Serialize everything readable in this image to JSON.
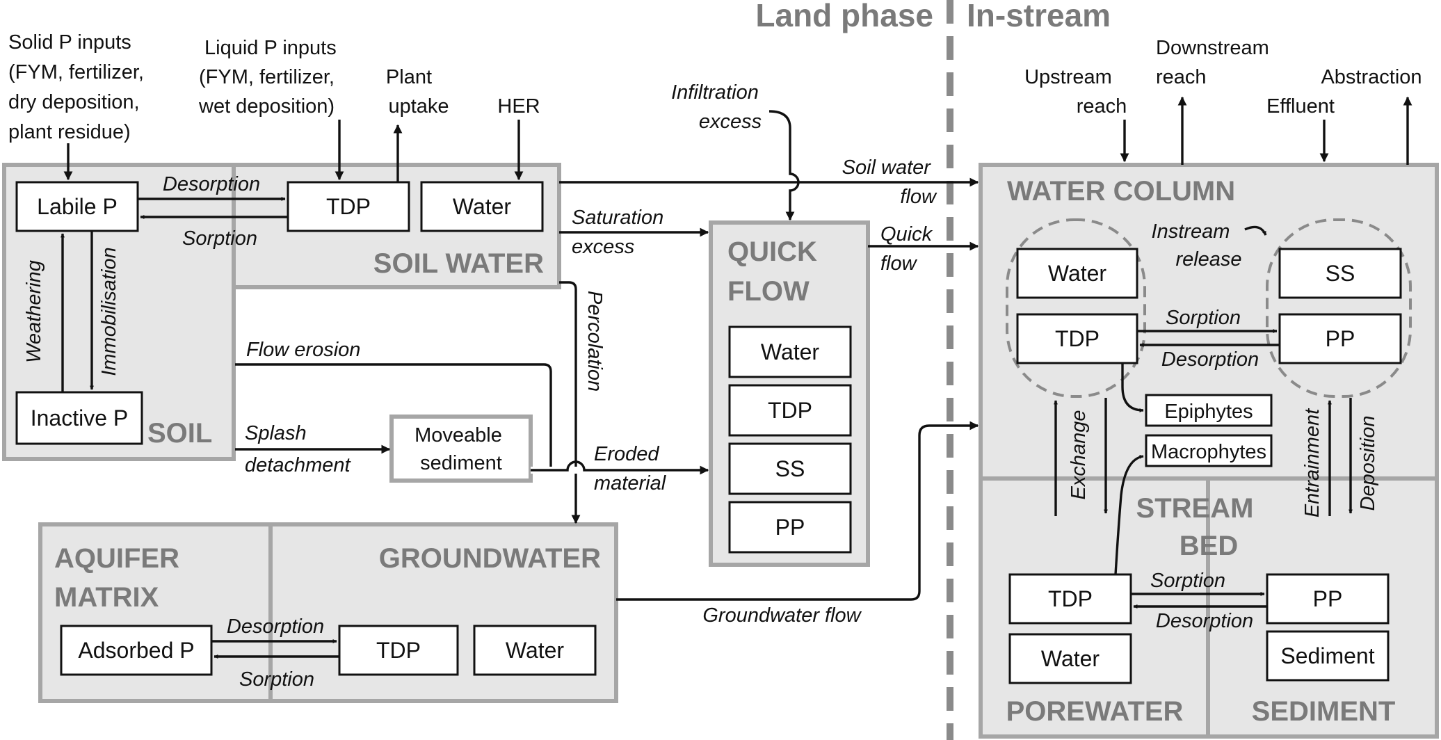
{
  "phases": {
    "land": "Land phase",
    "stream": "In-stream"
  },
  "inputs": {
    "solid_p": [
      "Solid P inputs",
      "(FYM, fertilizer,",
      "dry deposition,",
      "plant residue)"
    ],
    "liquid_p": [
      "Liquid P inputs",
      "(FYM, fertilizer,",
      "wet deposition)"
    ],
    "plant_uptake": [
      "Plant",
      "uptake"
    ],
    "her": "HER",
    "infiltration_excess": [
      "Infiltration",
      "excess"
    ],
    "upstream_reach": [
      "Upstream",
      "reach"
    ],
    "downstream_reach": [
      "Downstream",
      "reach"
    ],
    "effluent": "Effluent",
    "abstraction": "Abstraction"
  },
  "soil": {
    "title": "SOIL",
    "labile_p": "Labile P",
    "inactive_p": "Inactive P",
    "weathering": "Weathering",
    "immobilisation": "Immobilisation"
  },
  "soil_water": {
    "title": "SOIL WATER",
    "tdp": "TDP",
    "water": "Water",
    "desorption": "Desorption",
    "sorption": "Sorption"
  },
  "erosion": {
    "flow_erosion": "Flow erosion",
    "splash_detachment": [
      "Splash",
      "detachment"
    ],
    "moveable_sediment": [
      "Moveable",
      "sediment"
    ],
    "percolation": "Percolation",
    "eroded_material": [
      "Eroded",
      "material"
    ],
    "saturation_excess": [
      "Saturation",
      "excess"
    ]
  },
  "quick_flow": {
    "title": [
      "QUICK",
      "FLOW"
    ],
    "items": [
      "Water",
      "TDP",
      "SS",
      "PP"
    ]
  },
  "flows": {
    "soil_water_flow": [
      "Soil water",
      "flow"
    ],
    "quick_flow": [
      "Quick",
      "flow"
    ],
    "groundwater_flow": "Groundwater flow"
  },
  "aquifer": {
    "title": [
      "AQUIFER",
      "MATRIX"
    ],
    "adsorbed_p": "Adsorbed P",
    "desorption": "Desorption",
    "sorption": "Sorption"
  },
  "groundwater": {
    "title": "GROUNDWATER",
    "tdp": "TDP",
    "water": "Water"
  },
  "water_column": {
    "title": "WATER COLUMN",
    "water": "Water",
    "tdp": "TDP",
    "ss": "SS",
    "pp": "PP",
    "sorption": "Sorption",
    "desorption": "Desorption",
    "instream_release": [
      "Instream",
      "release"
    ],
    "epiphytes": "Epiphytes",
    "macrophytes": "Macrophytes",
    "exchange": "Exchange",
    "entrainment": "Entrainment",
    "deposition": "Deposition"
  },
  "stream_bed": {
    "title": [
      "STREAM",
      "BED"
    ],
    "porewater_title": "POREWATER",
    "sediment_title": "SEDIMENT",
    "tdp": "TDP",
    "water": "Water",
    "pp": "PP",
    "sediment": "Sediment",
    "sorption": "Sorption",
    "desorption": "Desorption"
  }
}
